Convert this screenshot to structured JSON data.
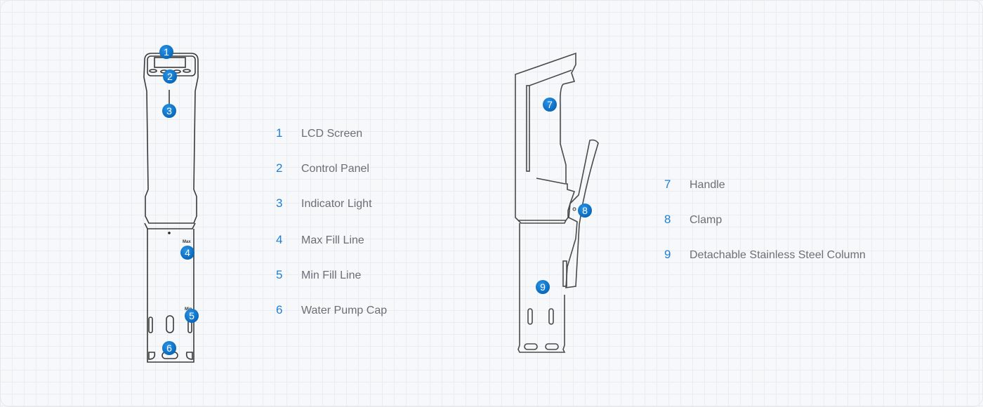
{
  "colors": {
    "accent": "#1e7fd6",
    "badge": "#0a72c9",
    "outline": "#3a3a3a",
    "label": "#6b6f75"
  },
  "front_view": {
    "markings": {
      "max": "Max",
      "min": "Min"
    },
    "badges": [
      "1",
      "2",
      "3",
      "4",
      "5",
      "6"
    ],
    "legend": [
      {
        "num": "1",
        "label": "LCD Screen"
      },
      {
        "num": "2",
        "label": "Control Panel"
      },
      {
        "num": "3",
        "label": "Indicator Light"
      },
      {
        "num": "4",
        "label": "Max Fill Line"
      },
      {
        "num": "5",
        "label": "Min Fill Line"
      },
      {
        "num": "6",
        "label": "Water Pump Cap"
      }
    ]
  },
  "side_view": {
    "badges": [
      "7",
      "8",
      "9"
    ],
    "legend": [
      {
        "num": "7",
        "label": "Handle"
      },
      {
        "num": "8",
        "label": "Clamp"
      },
      {
        "num": "9",
        "label": "Detachable Stainless Steel Column"
      }
    ]
  }
}
